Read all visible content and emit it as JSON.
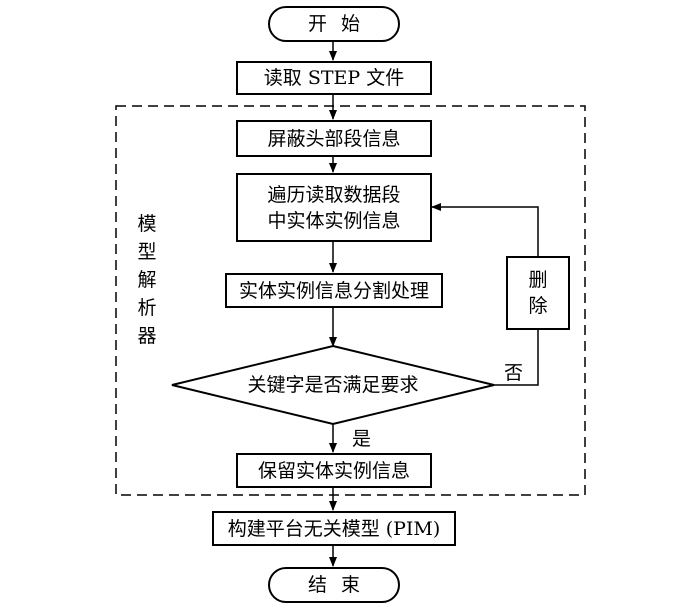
{
  "flowchart": {
    "start": "开始",
    "read_step": "读取 STEP 文件",
    "mask_header": "屏蔽头部段信息",
    "traverse_line1": "遍历读取数据段",
    "traverse_line2": "中实体实例信息",
    "split": "实体实例信息分割处理",
    "decision": "关键字是否满足要求",
    "delete": "删\n除",
    "no_label": "否",
    "yes_label": "是",
    "keep": "保留实体实例信息",
    "build_pim": "构建平台无关模型 (PIM)",
    "end": "结束",
    "parser_label": "模\n型\n解\n析\n器"
  }
}
